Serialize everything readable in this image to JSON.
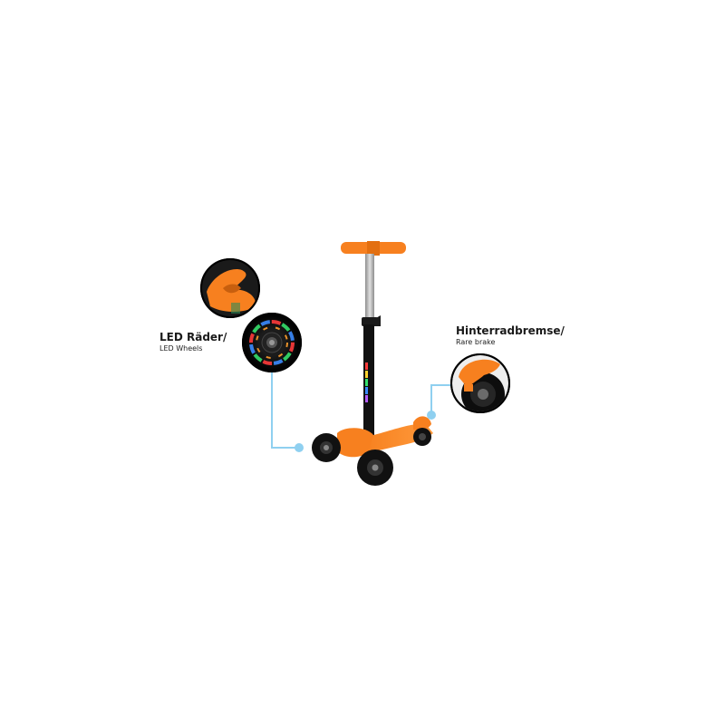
{
  "callouts": {
    "led": {
      "title": "LED Räder/",
      "subtitle": "LED Wheels"
    },
    "brake": {
      "title": "Hinterradbremse/",
      "subtitle": "Rare brake"
    }
  },
  "colors": {
    "accent_orange": "#f7801f",
    "connector_blue": "#8fd0f0",
    "frame_black": "#111111",
    "stem_silver": "#b9b9b9"
  }
}
